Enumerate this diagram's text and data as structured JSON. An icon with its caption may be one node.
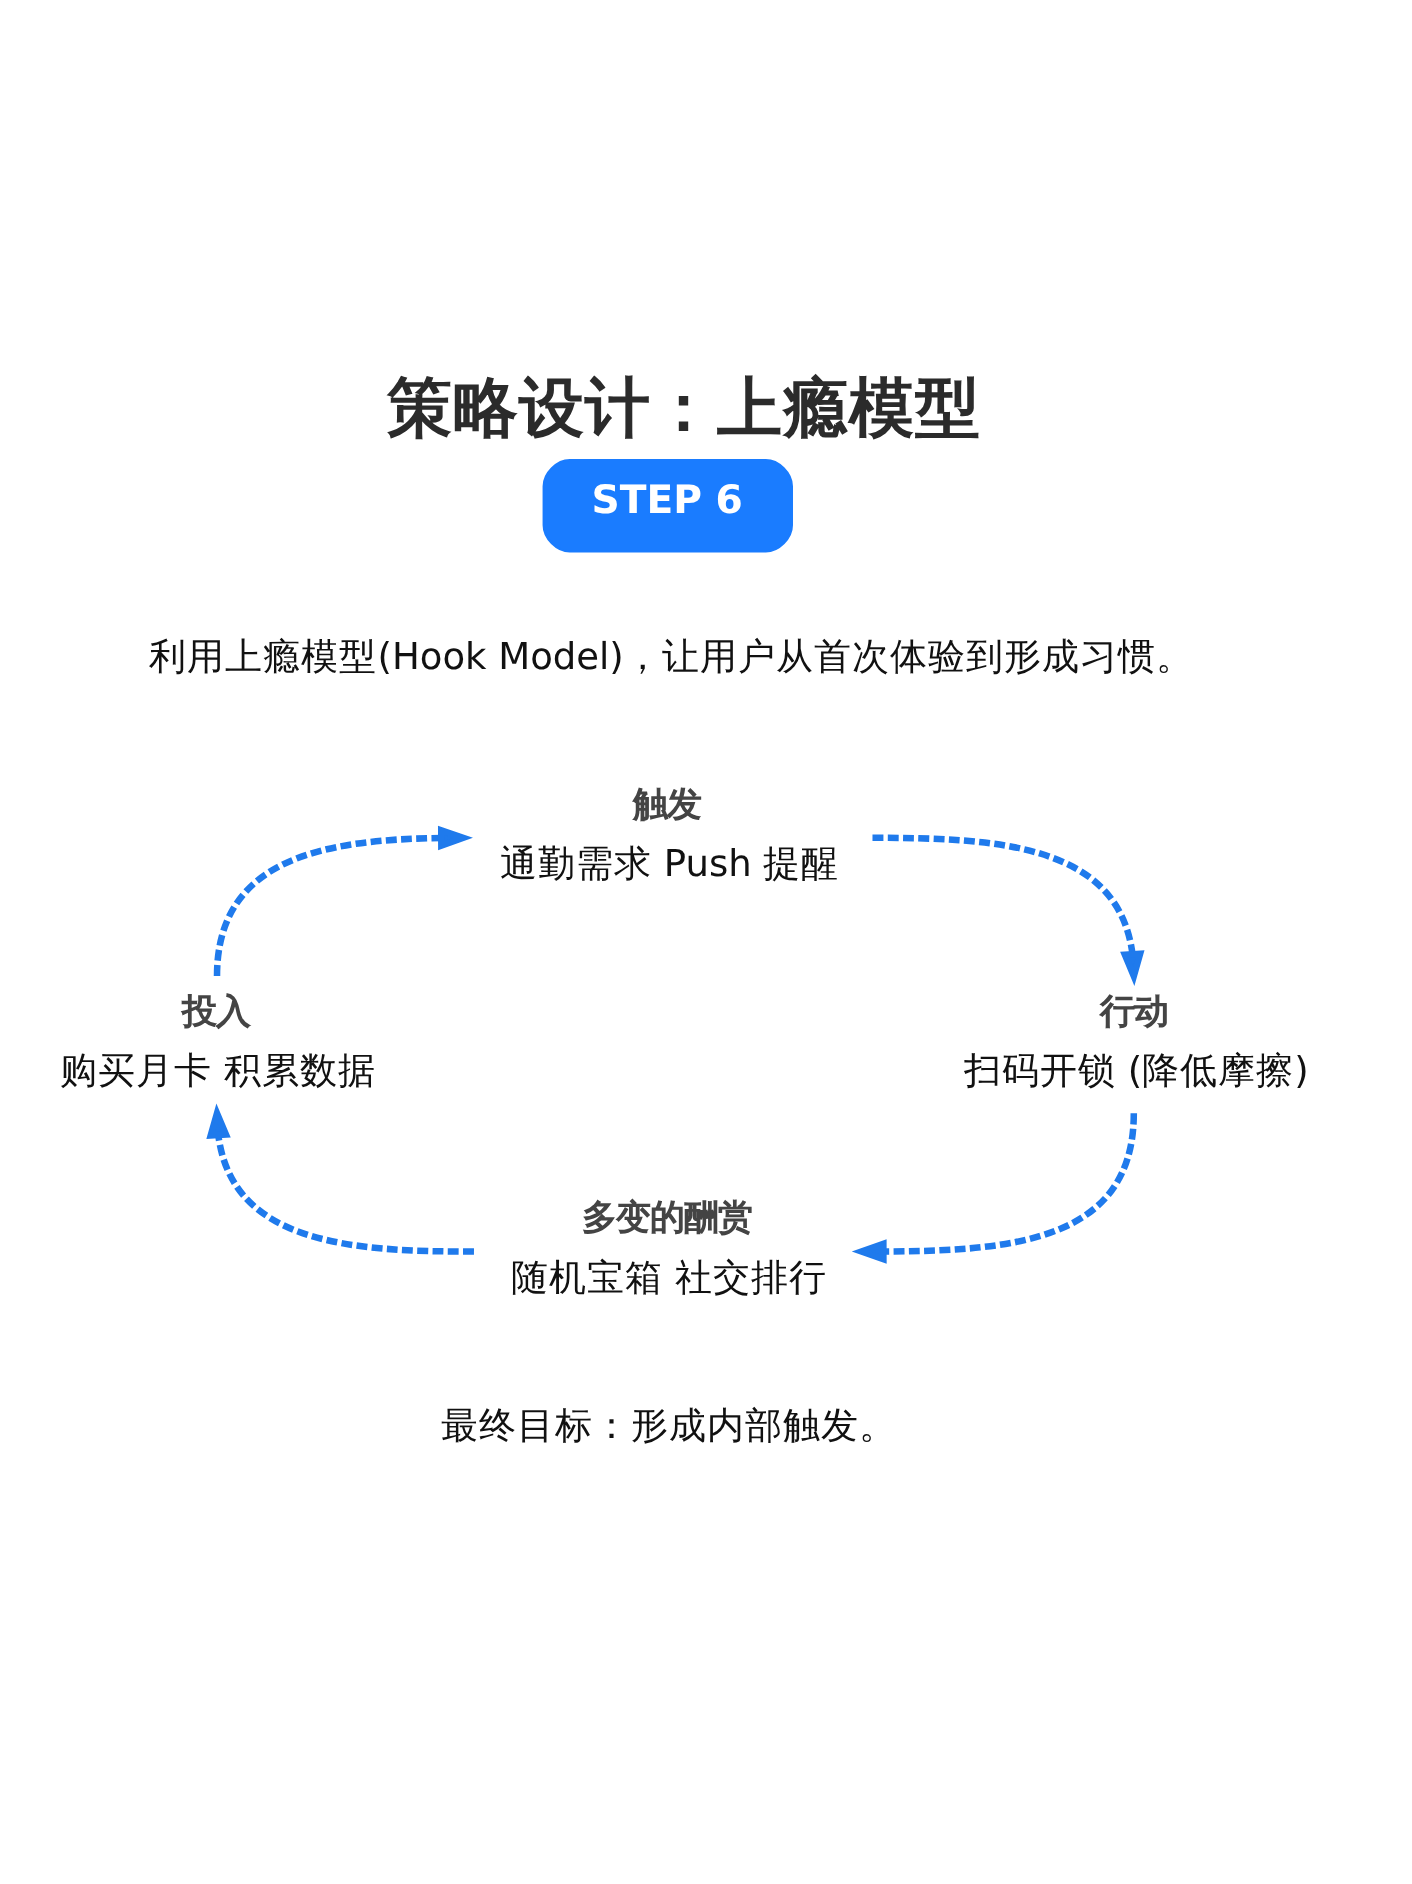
{
  "diagram": {
    "title": "策略设计：上瘾模型",
    "nodes": [
      {
        "text": [
          "STEP 6"
        ]
      },
      {
        "text": [
          "触发",
          "通勤需求 Push 提醒"
        ]
      },
      {
        "text": [
          "投入",
          "购买月卡 积累数据"
        ]
      },
      {
        "text": [
          "行动",
          "扫码开锁 (降低摩擦)"
        ]
      },
      {
        "text": [
          "多变的酬赏",
          "随机宝箱 社交排行"
        ]
      }
    ],
    "edges": [
      {
        "from": 1,
        "to": 3,
        "arrow": "to",
        "style": "dashed"
      },
      {
        "from": 3,
        "to": 4,
        "arrow": "to",
        "style": "dashed"
      },
      {
        "from": 4,
        "to": 2,
        "arrow": "to",
        "style": "dashed"
      },
      {
        "from": 2,
        "to": 1,
        "arrow": "to",
        "style": "dashed"
      }
    ],
    "labels": [
      "利用上瘾模型(Hook Model)，让用户从首次体验到形成习惯。",
      "最终目标：形成内部触发。"
    ]
  }
}
